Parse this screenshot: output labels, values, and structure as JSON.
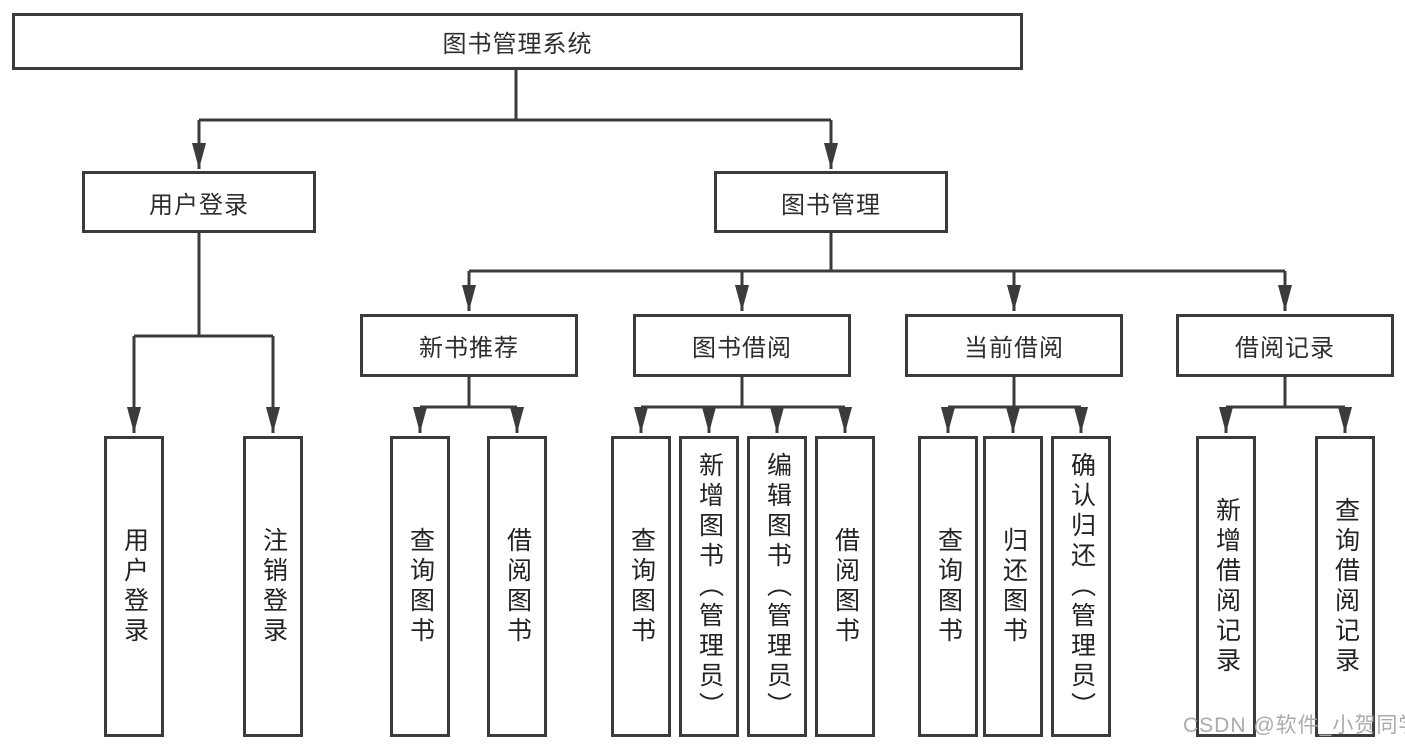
{
  "tree": {
    "root": {
      "label": "图书管理系统",
      "children": [
        {
          "label": "用户登录",
          "children": [
            {
              "label": "用户登录"
            },
            {
              "label": "注销登录"
            }
          ]
        },
        {
          "label": "图书管理",
          "children": [
            {
              "label": "新书推荐",
              "children": [
                {
                  "label": "查询图书"
                },
                {
                  "label": "借阅图书"
                }
              ]
            },
            {
              "label": "图书借阅",
              "children": [
                {
                  "label": "查询图书"
                },
                {
                  "label": "新增图书（管理员）"
                },
                {
                  "label": "编辑图书（管理员）"
                },
                {
                  "label": "借阅图书"
                }
              ]
            },
            {
              "label": "当前借阅",
              "children": [
                {
                  "label": "查询图书"
                },
                {
                  "label": "归还图书"
                },
                {
                  "label": "确认归还（管理员）"
                }
              ]
            },
            {
              "label": "借阅记录",
              "children": [
                {
                  "label": "新增借阅记录"
                },
                {
                  "label": "查询借阅记录"
                }
              ]
            }
          ]
        }
      ]
    }
  },
  "watermark": "CSDN @软件_小贺同学",
  "colors": {
    "line": "#3b3b3b",
    "text": "#2e2e2e",
    "watermark": "#ababab",
    "background": "#ffffff"
  }
}
